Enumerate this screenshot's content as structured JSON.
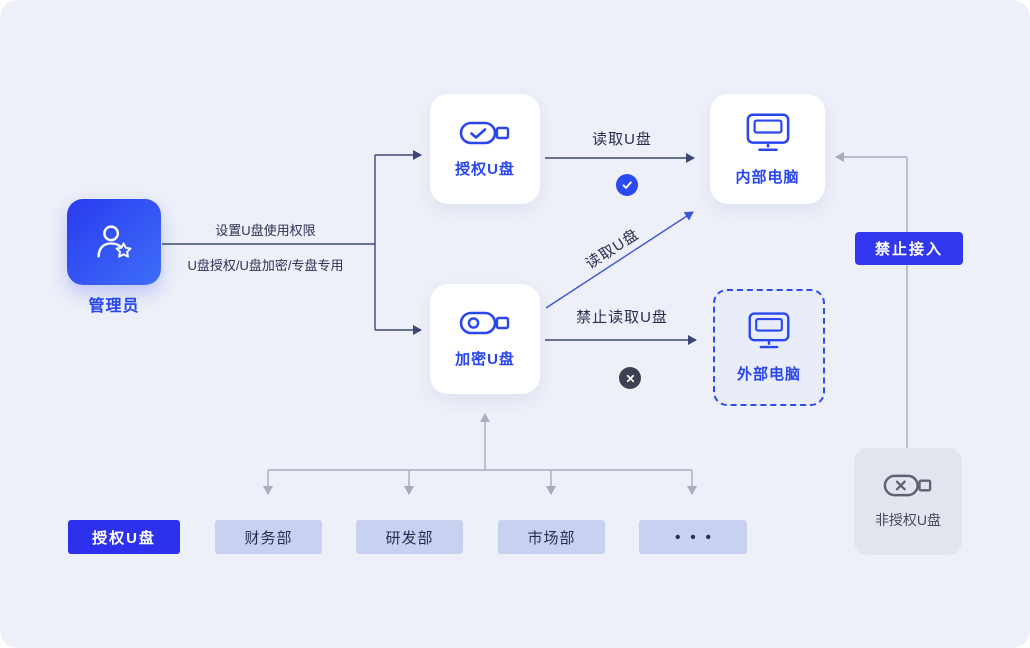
{
  "admin": {
    "label": "管理员"
  },
  "assign": {
    "line1": "设置U盘使用权限",
    "line2": "U盘授权/U盘加密/专盘专用"
  },
  "cards": {
    "authorized_usb": "授权U盘",
    "encrypted_usb": "加密U盘",
    "internal_pc": "内部电脑",
    "external_pc": "外部电脑",
    "unauthorized_usb": "非授权U盘"
  },
  "edges": {
    "read_top": "读取U盘",
    "read_diagonal": "读取U盘",
    "forbid_read": "禁止读取U盘",
    "forbid_access": "禁止接入"
  },
  "bottom": {
    "legend": "授权U盘",
    "departments": [
      "财务部",
      "研发部",
      "市场部"
    ],
    "more": "•••"
  },
  "colors": {
    "background": "#edf0f8",
    "accent_blue": "#2946ef",
    "badge_blue": "#3136ef",
    "dept_bg": "#c8d1f0",
    "line_dark": "#3e4875",
    "line_blue": "#3e55d6",
    "line_gray": "#a8adc0",
    "check_circle": "#2b49f0",
    "cross_circle": "#3b4150"
  }
}
